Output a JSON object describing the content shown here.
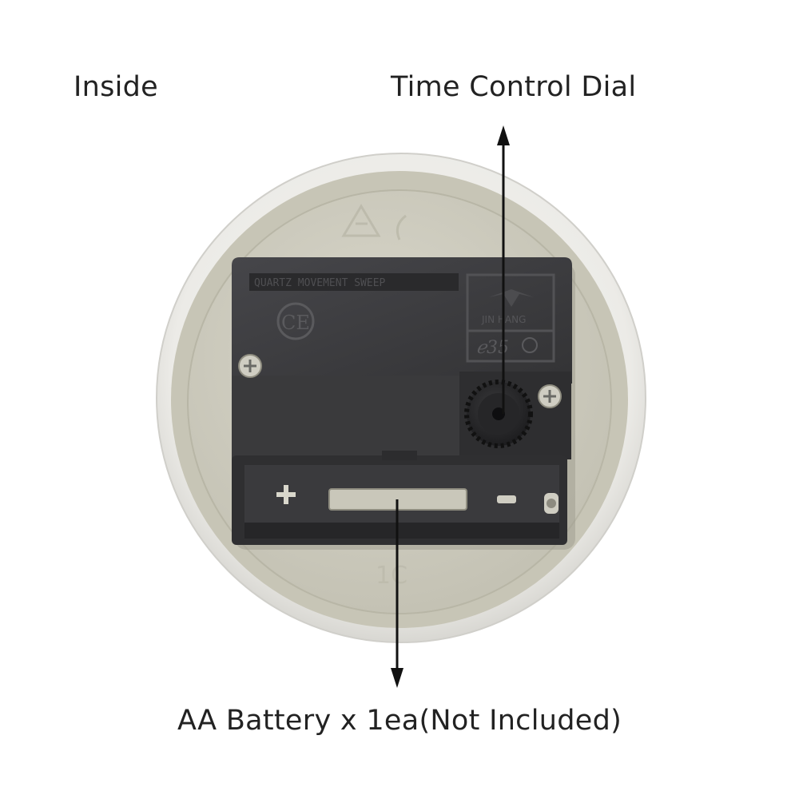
{
  "labels": {
    "inside": "Inside",
    "dial": "Time Control Dial",
    "battery": "AA Battery x 1ea(Not Included)"
  },
  "movement_markings": {
    "top_strip": "QUARTZ MOVEMENT SWEEP",
    "ce_mark": "CE",
    "brand": "JIN HANG",
    "cert": "ℯ35"
  },
  "colors": {
    "background": "#ffffff",
    "case_outer": "#efefed",
    "case_ring": "#c9c7ba",
    "case_inner": "#cfcdc0",
    "movement": "#3b3b3d",
    "movement_dark": "#2a2a2c",
    "arrow": "#111111"
  },
  "icons": {
    "recycle": "recycle-icon",
    "screw": "screw-icon",
    "dial": "time-dial-knob"
  }
}
